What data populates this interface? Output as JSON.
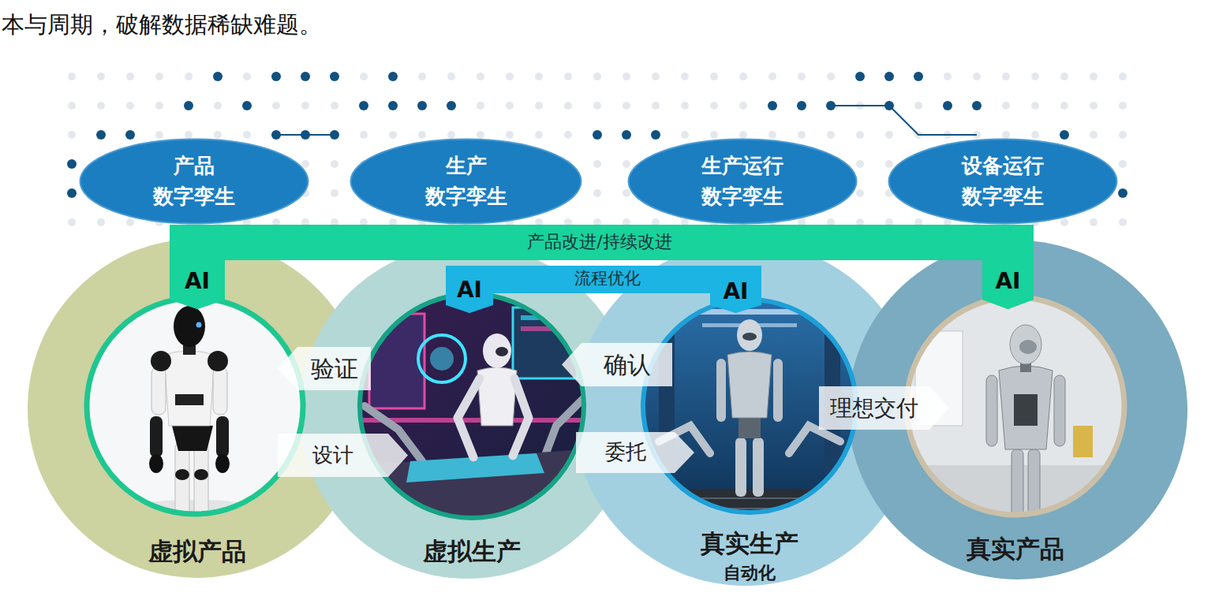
{
  "diagram": {
    "nodes": [
      {
        "text": [
          "产品 数字孪生"
        ]
      },
      {
        "text": [
          "生产 数字孪生"
        ]
      },
      {
        "text": [
          "生产运行 数字孪生"
        ]
      },
      {
        "text": [
          "设备运行 数字孪生"
        ]
      },
      {
        "text": [
          "产品改进/持续改进"
        ]
      },
      {
        "text": [
          "流程优化"
        ]
      },
      {
        "text": [
          "AI"
        ],
        "in": 4
      },
      {
        "text": [
          "AI"
        ],
        "in": 5
      },
      {
        "text": [
          "AI"
        ],
        "in": 5
      },
      {
        "text": [
          "AI"
        ],
        "in": 4
      },
      {
        "text": [
          "虚拟产品"
        ]
      },
      {
        "text": [
          "虚拟生产"
        ]
      },
      {
        "text": [
          "真实生产",
          "自动化"
        ]
      },
      {
        "text": [
          "真实产品"
        ]
      },
      {
        "text": [
          "验证"
        ]
      },
      {
        "text": [
          "设计"
        ]
      },
      {
        "text": [
          "确认"
        ]
      },
      {
        "text": [
          "委托"
        ]
      },
      {
        "text": [
          "理想交付"
        ]
      }
    ],
    "labels": [
      "本与周期，破解数据稀缺难题。"
    ]
  }
}
